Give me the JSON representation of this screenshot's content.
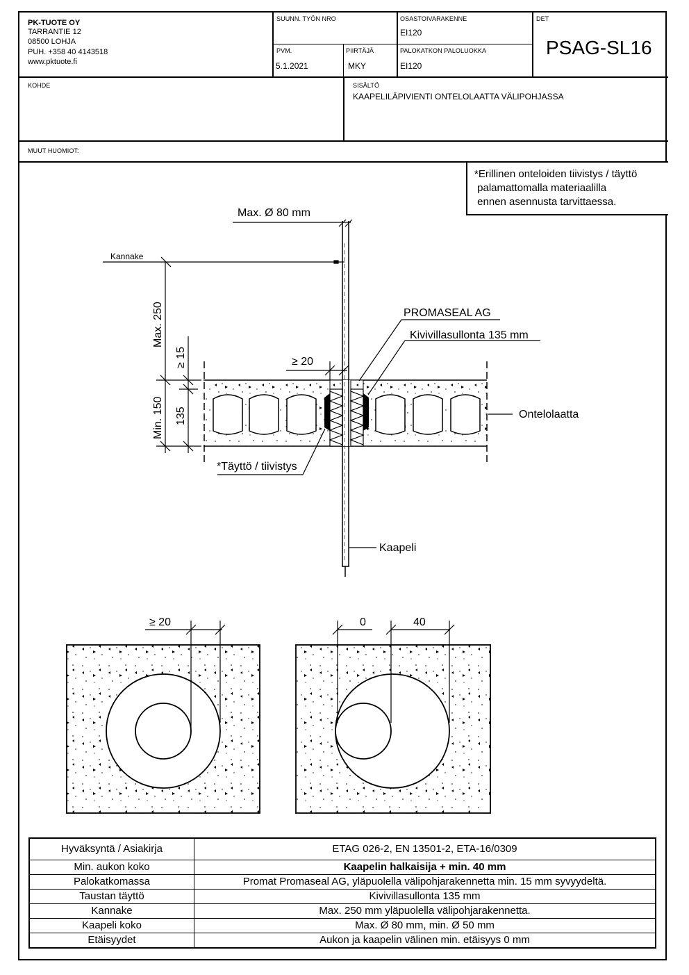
{
  "title_block": {
    "company": {
      "name": "PK-TUOTE OY",
      "street": "TARRANTIE 12",
      "city": "08500 LOHJA",
      "phone": "PUH. +358 40 4143518",
      "web": "www.pktuote.fi"
    },
    "work_number": {
      "label": "SUUNN. TYÖN NRO",
      "value": ""
    },
    "date": {
      "label": "PVM.",
      "value": "5.1.2021"
    },
    "drawer": {
      "label": "PIIRTÄJÄ",
      "value": "MKY"
    },
    "compartment_structure": {
      "label": "OSASTOIVARAKENNE",
      "value": "EI120"
    },
    "firestop_class": {
      "label": "PALOKATKON PALOLUOKKA",
      "value": "EI120"
    },
    "det": {
      "label": "DET",
      "value": "PSAG-SL16"
    },
    "target": {
      "label": "KOHDE",
      "value": ""
    },
    "content": {
      "label": "SISÄLTÖ",
      "value": "KAAPELILÄPIVIENTI ONTELOLAATTA VÄLIPOHJASSA"
    },
    "other_notes": {
      "label": "MUUT HUOMIOT:",
      "value": ""
    }
  },
  "note": {
    "lines": [
      "*Erillinen onteloiden tiivistys / täyttö",
      " palamattomalla materiaalilla",
      " ennen asennusta tarvittaessa."
    ]
  },
  "section_drawing": {
    "labels": {
      "max_diameter": "Max. Ø 80 mm",
      "bracket": "Kannake",
      "max_250": "Max. 250",
      "min_15": "≥ 15",
      "min_20": "≥ 20",
      "min_150": "Min. 150",
      "depth_135": "135",
      "promaseal": "PROMASEAL AG",
      "mineral_wool": "Kivivillasullonta 135 mm",
      "hollow_slab": "Ontelolaatta",
      "fill_seal": "*Täyttö / tiivistys",
      "cable": "Kaapeli"
    }
  },
  "plan_views": {
    "left": {
      "dim_label": "≥ 20"
    },
    "right": {
      "dim_label_gap": "0",
      "dim_label_annulus": "40"
    }
  },
  "spec_table": {
    "rows": [
      {
        "key": "Hyväksyntä / Asiakirja",
        "value": "ETAG 026-2, EN 13501-2, ETA-16/0309",
        "bold": false
      },
      {
        "key": "Min. aukon koko",
        "value": "Kaapelin halkaisija + min. 40 mm",
        "bold": true
      },
      {
        "key": "Palokatkomassa",
        "value": "Promat Promaseal AG, yläpuolella välipohjarakennetta min. 15 mm syvyydeltä.",
        "bold": false
      },
      {
        "key": "Taustan täyttö",
        "value": "Kivivillasullonta 135 mm",
        "bold": false
      },
      {
        "key": "Kannake",
        "value": "Max. 250 mm yläpuolella välipohjarakennetta.",
        "bold": false
      },
      {
        "key": "Kaapeli koko",
        "value": "Max. Ø 80 mm, min. Ø 50 mm",
        "bold": false
      },
      {
        "key": "Etäisyydet",
        "value": "Aukon ja kaapelin välinen min. etäisyys 0 mm",
        "bold": false
      }
    ]
  }
}
